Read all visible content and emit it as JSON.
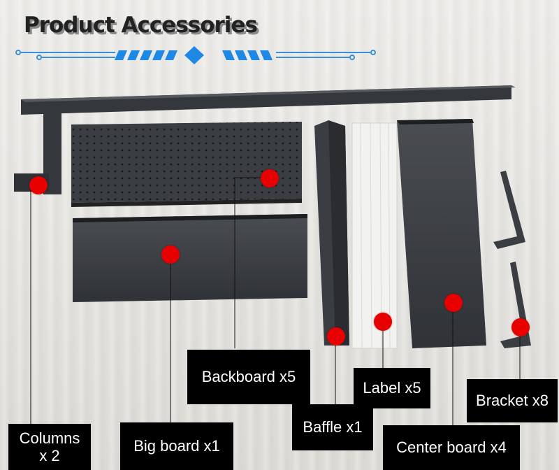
{
  "title": "Product Accessories",
  "labels": {
    "columns": "Columns\nx 2",
    "big_board": "Big board x1",
    "backboard": "Backboard x5",
    "baffle": "Baffle x1",
    "label": "Label x5",
    "center_board": "Center board x4",
    "bracket": "Bracket x8"
  },
  "colors": {
    "marker": "#e80000",
    "panel": "#3a3d42",
    "label_bg": "#000000",
    "accent": "#1e88e5"
  }
}
